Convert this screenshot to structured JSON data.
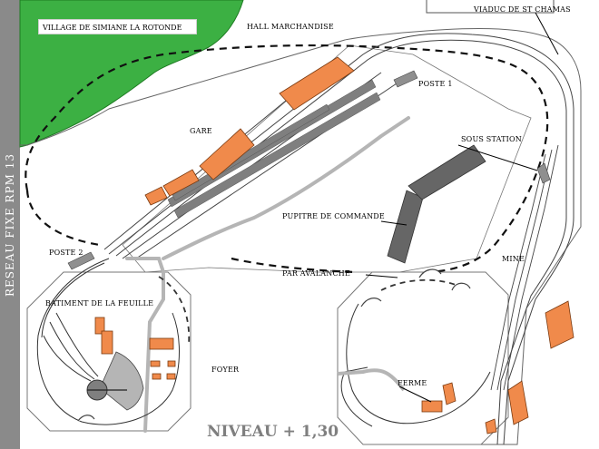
{
  "sidebar": {
    "title": "RESEAU  FIXE  RPM 13"
  },
  "labels": {
    "village": "VILLAGE DE SIMIANE LA ROTONDE",
    "hall": "HALL MARCHANDISE",
    "viaduc": "VIADUC DE ST CHAMAS",
    "poste1": "POSTE 1",
    "gare": "GARE",
    "sous_station": "SOUS STATION",
    "pupitre": "PUPITRE DE COMMANDE",
    "poste2": "POSTE 2",
    "mine": "MINE",
    "avalanche": "PAR AVALANCHE",
    "batiment": "BATIMENT DE LA FEUILLE",
    "foyer": "FOYER",
    "ferme": "FERME"
  },
  "footer": {
    "niveau": "NIVEAU + 1,30"
  },
  "colors": {
    "forest": "#3cb043",
    "building": "#f08a4b",
    "building_border": "#7a3a10",
    "platform": "#7f7f7f",
    "track": "#444444",
    "sidebar": "#8a8a8a"
  }
}
